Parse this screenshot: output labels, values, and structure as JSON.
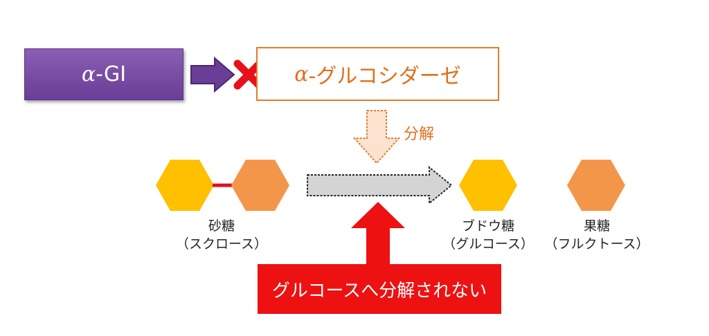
{
  "inhibitor": {
    "greek": "α",
    "suffix": "-GI"
  },
  "enzyme": {
    "greek": "α",
    "suffix": "-グルコシダーゼ"
  },
  "decompose_label": "分解",
  "sucrose": {
    "name": "砂糖",
    "sub": "（スクロース）"
  },
  "glucose": {
    "name": "ブドウ糖",
    "sub": "（グルコース）"
  },
  "fructose": {
    "name": "果糖",
    "sub": "（フルクトース）"
  },
  "callout_text": "グルコースへ分解されない",
  "colors": {
    "inhibitor": "#7b4fa6",
    "enzyme": "#e07b2a",
    "glucose_hex": "#ffc000",
    "fructose_hex": "#f4964a",
    "bond": "#e0101a",
    "blocked": "#ee1111"
  }
}
